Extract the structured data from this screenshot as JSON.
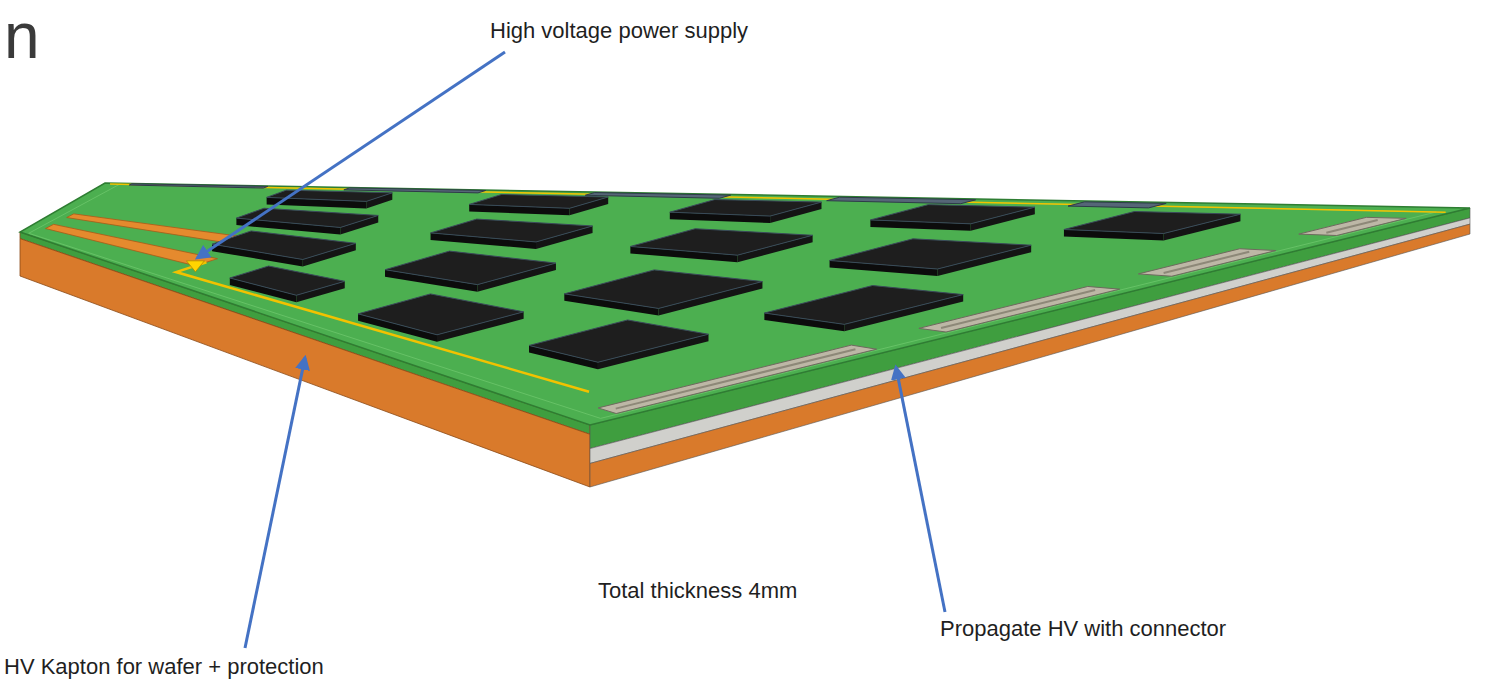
{
  "diagram": {
    "labels": [
      "n",
      "High voltage power supply",
      "Propagate HV with connector",
      "Total thickness 4mm",
      "HV Kapton for wafer + protection"
    ]
  }
}
